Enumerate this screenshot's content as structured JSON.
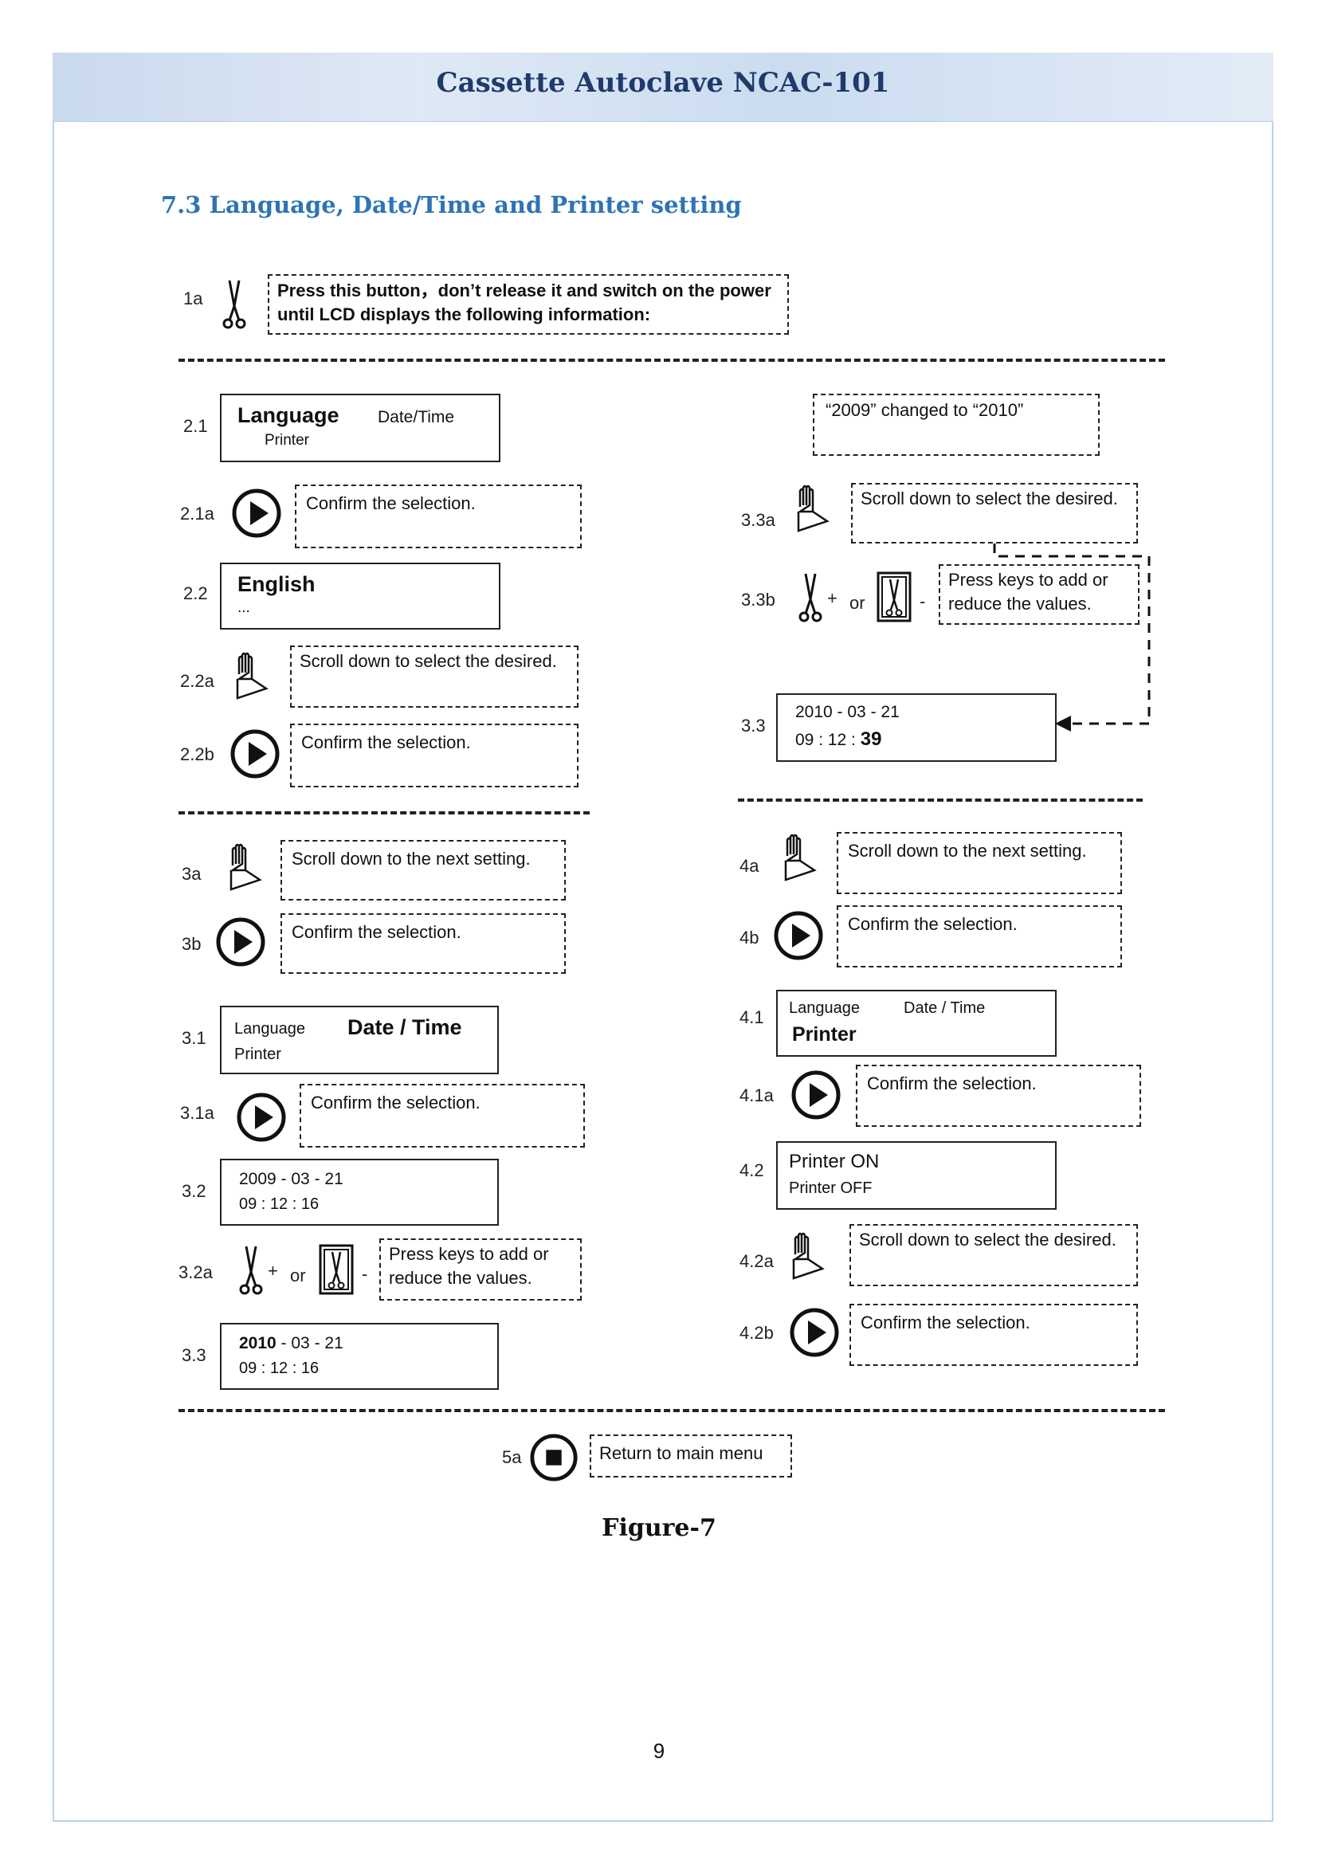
{
  "header": {
    "title": "Cassette Autoclave NCAC-101"
  },
  "section": {
    "heading": "7.3 Language, Date/Time and Printer setting"
  },
  "steps": {
    "s1a": {
      "label": "1a",
      "text": "Press this button，don’t release it and switch on the power until LCD displays the following information:"
    },
    "s2_1": {
      "label": "2.1",
      "lcd_main": "Language",
      "lcd_side": "Date/Time",
      "lcd_sub": "Printer"
    },
    "s2_1a": {
      "label": "2.1a",
      "text": "Confirm the selection."
    },
    "s2_2": {
      "label": "2.2",
      "lcd_main": "English",
      "lcd_sub": "..."
    },
    "s2_2a": {
      "label": "2.2a",
      "text": "Scroll down to select the desired."
    },
    "s2_2b": {
      "label": "2.2b",
      "text": "Confirm the selection."
    },
    "s3a": {
      "label": "3a",
      "text": "Scroll down to the next setting."
    },
    "s3b": {
      "label": "3b",
      "text": "Confirm the selection."
    },
    "s3_1": {
      "label": "3.1",
      "lcd_side": "Language",
      "lcd_main": "Date / Time",
      "lcd_sub": "Printer"
    },
    "s3_1a": {
      "label": "3.1a",
      "text": "Confirm the selection."
    },
    "s3_2": {
      "label": "3.2",
      "line1": "2009  -  03  -  21",
      "line2": "09 : 12 : 16"
    },
    "s3_2a": {
      "label": "3.2a",
      "plus": "+",
      "or": "or",
      "minus": "-",
      "text": "Press keys to add or reduce the values."
    },
    "s3_3": {
      "label": "3.3",
      "line1_bold": "2010",
      "line1_rest": "  -  03  -  21",
      "line2": "09 : 12 : 16"
    },
    "change_note": {
      "text": "“2009”  changed to “2010”"
    },
    "s3_3a": {
      "label": "3.3a",
      "text": "Scroll down to select the desired."
    },
    "s3_3b": {
      "label": "3.3b",
      "plus": "+",
      "or": "or",
      "minus": "-",
      "text": "Press keys to add or reduce the values."
    },
    "s3_3r": {
      "label": "3.3",
      "line1": "2010  -  03  -  21",
      "line2_rest": "09 : 12 : ",
      "line2_bold": "39"
    },
    "s4a": {
      "label": "4a",
      "text": "Scroll down to the next setting."
    },
    "s4b": {
      "label": "4b",
      "text": "Confirm the selection."
    },
    "s4_1": {
      "label": "4.1",
      "lcd_side": "Language",
      "lcd_side2": "Date / Time",
      "lcd_main": "Printer"
    },
    "s4_1a": {
      "label": "4.1a",
      "text": "Confirm the selection."
    },
    "s4_2": {
      "label": "4.2",
      "line1": "Printer ON",
      "line2": "Printer OFF"
    },
    "s4_2a": {
      "label": "4.2a",
      "text": "Scroll down to select the desired."
    },
    "s4_2b": {
      "label": "4.2b",
      "text": "Confirm the selection."
    },
    "s5a": {
      "label": "5a",
      "text": "Return to main menu"
    }
  },
  "figure": {
    "caption": "Figure-7"
  },
  "page": {
    "number": "9"
  },
  "icons": {
    "scissors": "scissors-key-icon",
    "play": "play-confirm-icon",
    "hand": "hand-scroll-icon",
    "door": "door-key-icon",
    "stop": "stop-icon"
  }
}
